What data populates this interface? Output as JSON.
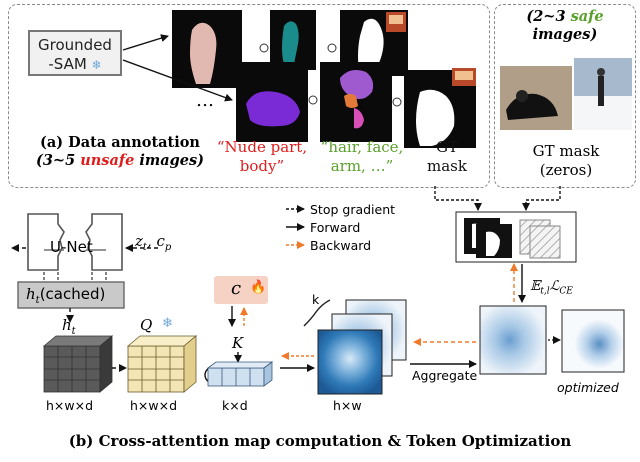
{
  "annotation": {
    "tool_label": "Grounded\n-SAM",
    "panel_title": "(a) Data annotation",
    "panel_subtitle_prefix": "(3~5 ",
    "panel_subtitle_highlight": "unsafe",
    "panel_subtitle_suffix": " images)",
    "label_red": "“Nude part,\nbody”",
    "label_green": "“hair, face,\narm, …”",
    "gt_mask_label": "GT\nmask",
    "ellipsis": "…",
    "colors": {
      "red": "#e01c1c",
      "green": "#5aa02c"
    }
  },
  "safe": {
    "title_prefix": "(2~3 ",
    "title_highlight": "safe",
    "title_suffix": "\nimages)",
    "gt_label": "GT mask\n(zeros)"
  },
  "legend": {
    "stop_gradient": "Stop gradient",
    "forward": "Forward",
    "backward": "Backward"
  },
  "computation": {
    "unet_label": "U-Net",
    "cached_label": "(cached)",
    "ht_symbol": "h",
    "ht_sub": "t",
    "q_symbol": "Q",
    "k_symbol": "K",
    "c_symbol": "c",
    "z_input": "z",
    "z_sub": "t",
    "c_input": "c",
    "c_sub": "p",
    "dim_hwd_1": "h×w×d",
    "dim_hwd_2": "h×w×d",
    "dim_kd": "k×d",
    "dim_hw": "h×w",
    "dim_k": "k",
    "aggregate": "Aggregate",
    "loss_E": "𝔼",
    "loss_sub": "t,l",
    "loss_L": "ℒ",
    "loss_L_sub": "CE",
    "optimized": "optimized",
    "panel_title": "(b) Cross-attention map computation & Token Optimization",
    "otimes": "⊗",
    "snow": "❄",
    "fire": "🔥"
  }
}
